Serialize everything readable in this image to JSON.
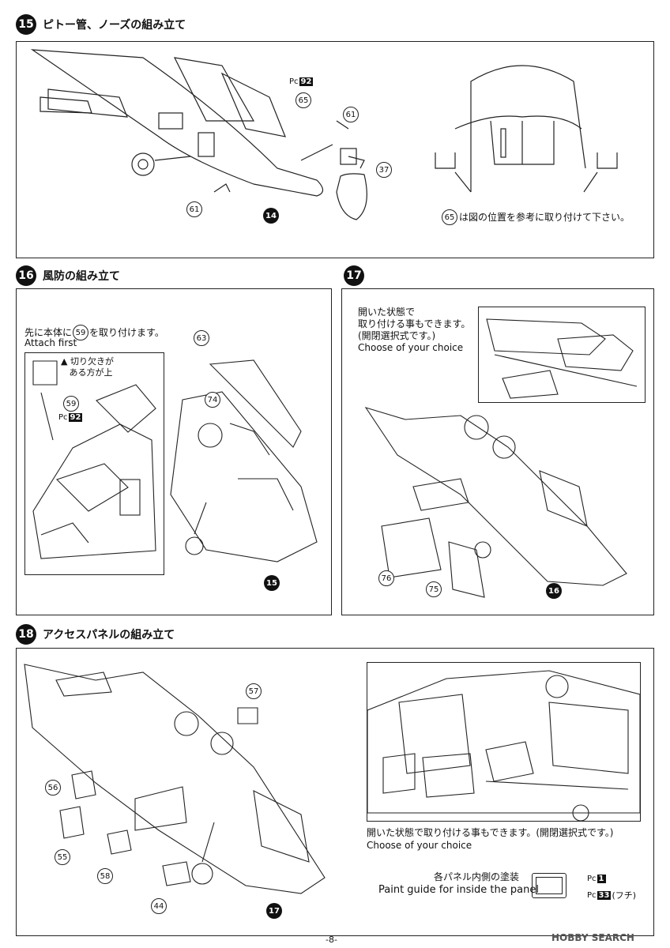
{
  "steps": {
    "s15": {
      "num": "15",
      "title": "ピトー管、ノーズの組み立て",
      "note": "は図の位置を参考に取り付けて下さい。",
      "note_part": "65",
      "parts": [
        "65",
        "61",
        "37",
        "61"
      ],
      "assy": "14",
      "pc_num": "92",
      "pc_label": "Pc"
    },
    "s16": {
      "num": "16",
      "title": "風防の組み立て",
      "note1": "先に本体に",
      "note_part": "59",
      "note2": "を取り付けます。",
      "note_en": "Attach first",
      "notch1": "切り欠きが",
      "notch2": "ある方が上",
      "parts": [
        "59",
        "63",
        "74"
      ],
      "assy": "15",
      "pc_num": "92",
      "pc_label": "Pc"
    },
    "s17": {
      "num": "17",
      "note1": "開いた状態で",
      "note2": "取り付ける事もできます。",
      "note3": "(開閉選択式です。)",
      "note_en": "Choose of your choice",
      "parts": [
        "76",
        "75"
      ],
      "assy": "16"
    },
    "s18": {
      "num": "18",
      "title": "アクセスパネルの組み立て",
      "parts": [
        "57",
        "56",
        "55",
        "58",
        "44"
      ],
      "assy": "17",
      "note1": "開いた状態で取り付ける事もできます。(開閉選択式です。)",
      "note_en": "Choose of your choice",
      "paint_jp": "各パネル内側の塗装",
      "paint_en": "Paint guide for inside the panel",
      "paint1": "1",
      "paint2": "33",
      "paint2_suffix": "(フチ)",
      "pc_label": "Pc"
    }
  },
  "footer": {
    "page": "-8-",
    "watermark": "HOBBY SEARCH"
  }
}
